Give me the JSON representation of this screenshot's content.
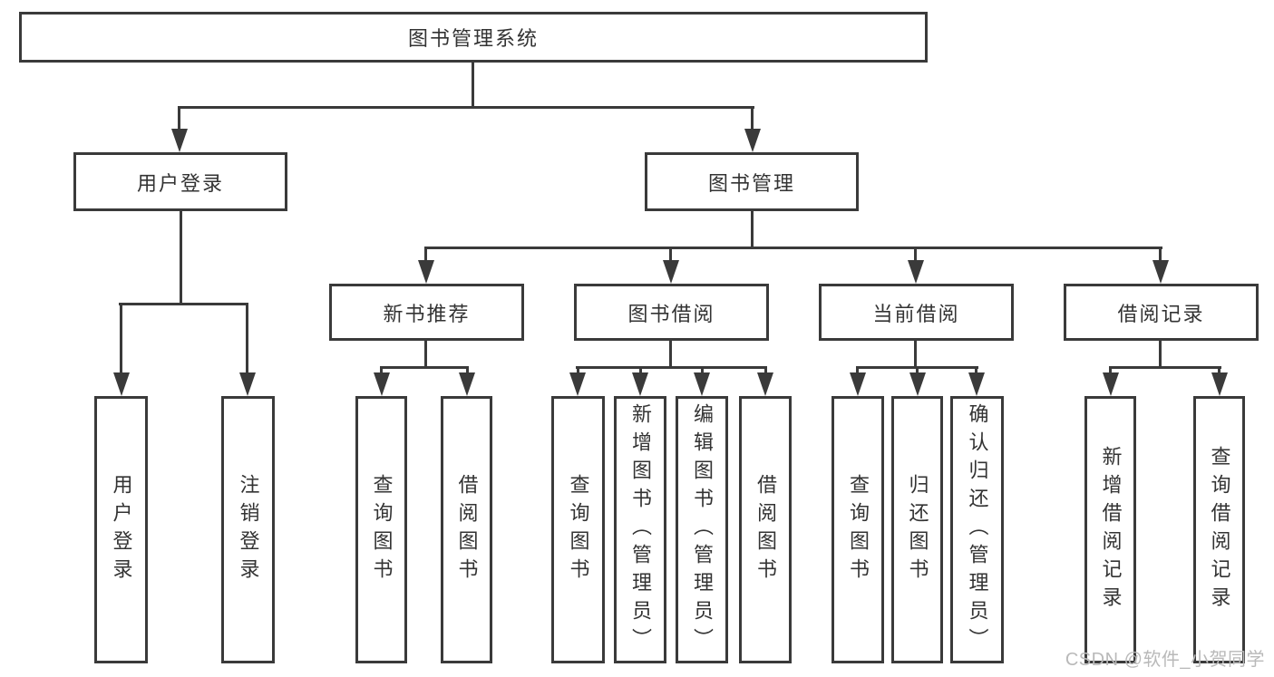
{
  "diagram_type": "hierarchy-tree",
  "colors": {
    "line": "#3a3a3a",
    "text": "#333333",
    "background": "#ffffff",
    "watermark": "#b9b9b9"
  },
  "watermark": {
    "text": "CSDN @软件_小贺同学"
  },
  "tree": {
    "root": {
      "label": "图书管理系统",
      "children": [
        {
          "label": "用户登录",
          "children": [
            {
              "label": "用户登录"
            },
            {
              "label": "注销登录"
            }
          ]
        },
        {
          "label": "图书管理",
          "children": [
            {
              "label": "新书推荐",
              "children": [
                {
                  "label": "查询图书"
                },
                {
                  "label": "借阅图书"
                }
              ]
            },
            {
              "label": "图书借阅",
              "children": [
                {
                  "label": "查询图书"
                },
                {
                  "label": "新增图书（管理员）"
                },
                {
                  "label": "编辑图书（管理员）"
                },
                {
                  "label": "借阅图书"
                }
              ]
            },
            {
              "label": "当前借阅",
              "children": [
                {
                  "label": "查询图书"
                },
                {
                  "label": "归还图书"
                },
                {
                  "label": "确认归还（管理员）"
                }
              ]
            },
            {
              "label": "借阅记录",
              "children": [
                {
                  "label": "新增借阅记录"
                },
                {
                  "label": "查询借阅记录"
                }
              ]
            }
          ]
        }
      ]
    }
  }
}
